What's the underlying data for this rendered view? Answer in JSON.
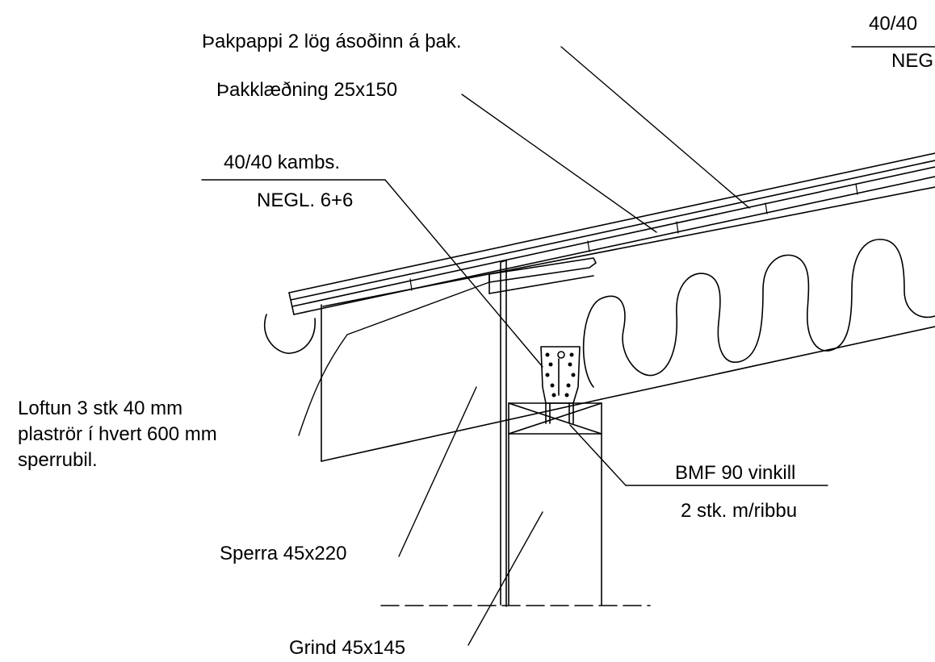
{
  "labels": {
    "roofing_felt": "Þakpappi 2 lög ásoðinn á þak.",
    "roof_boarding": "Þakklæðning 25x150",
    "ridge_batten": "40/40 kambs.",
    "nailing": "NEGL. 6+6",
    "ventilation_line1": "Loftun 3 stk 40 mm",
    "ventilation_line2": "plaströr í hvert 600 mm",
    "ventilation_line3": "sperrubil.",
    "bracket": "BMF 90 vinkill",
    "bracket_qty": "2 stk. m/ribbu",
    "rafter": "Sperra 45x220",
    "frame": "Grind 45x145",
    "top_right_batten": "40/40",
    "top_right_nailing": "NEG"
  },
  "colors": {
    "line": "#000000",
    "background": "#ffffff"
  }
}
